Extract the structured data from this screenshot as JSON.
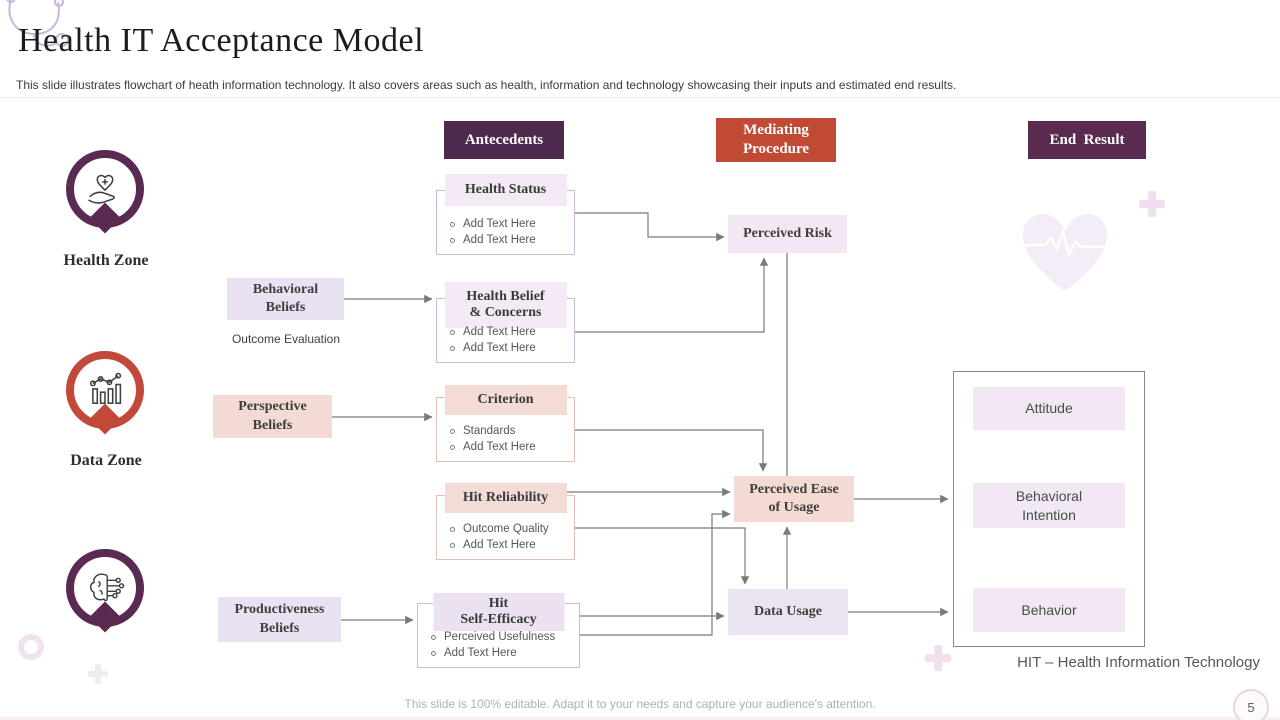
{
  "slide": {
    "title": "Health IT Acceptance Model",
    "subtitle": "This slide illustrates flowchart of heath information technology. It also covers areas such as health, information and technology showcasing their inputs and estimated end results.",
    "footer": "This slide is 100% editable. Adapt it to your needs and capture your audience's attention.",
    "page_number": "5",
    "hit_note": "HIT – Health Information Technology"
  },
  "headers": {
    "antecedents": "Antecedents",
    "mediating": "Mediating\nProcedure",
    "end_result": "End  Result"
  },
  "zones": {
    "health": {
      "label": "Health Zone",
      "icon": "hand-heart-icon",
      "color": "#5b2a52"
    },
    "data": {
      "label": "Data Zone",
      "icon": "bar-line-chart-icon",
      "color": "#c2483a"
    },
    "technology": {
      "label": "",
      "icon": "ai-brain-circuit-icon",
      "color": "#5b2a52"
    }
  },
  "belief_boxes": {
    "behavioral": {
      "label": "Behavioral\nBeliefs",
      "note": "Outcome Evaluation"
    },
    "perspective": {
      "label": "Perspective\nBeliefs"
    },
    "productiveness": {
      "label": "Productiveness\nBeliefs"
    }
  },
  "antecedent_boxes": [
    {
      "title": "Health Status",
      "bullets": [
        "Add Text Here",
        "Add Text Here"
      ]
    },
    {
      "title": "Health Belief\n& Concerns",
      "bullets": [
        "Add Text Here",
        "Add Text Here"
      ]
    },
    {
      "title": "Criterion",
      "bullets": [
        "Standards",
        "Add Text Here"
      ]
    },
    {
      "title": "Hit Reliability",
      "bullets": [
        "Outcome Quality",
        "Add Text Here"
      ]
    },
    {
      "title": "Hit\nSelf-Efficacy",
      "bullets": [
        "Perceived  Usefulness",
        "Add Text Here"
      ]
    }
  ],
  "mediating_boxes": {
    "perceived_risk": "Perceived Risk",
    "perceived_ease": "Perceived Ease\nof Usage",
    "data_usage": "Data Usage"
  },
  "end_boxes": {
    "attitude": "Attitude",
    "behavioral_intention": "Behavioral\nIntention",
    "behavior": "Behavior"
  },
  "icons": {
    "decorations": [
      "stethoscope-icon",
      "heart-ekg-icon",
      "plus-icon",
      "ring-icon",
      "circle-bullet-icon"
    ]
  },
  "colors": {
    "header_purple": "#4e2a4e",
    "header_plum": "#5a2a50",
    "header_red": "#c14a35",
    "lavender_fill": "#eae1f2",
    "lavender_light": "#f2e8f3",
    "pink_fill": "#f3dad4",
    "line_gray": "#7a7a7a"
  }
}
